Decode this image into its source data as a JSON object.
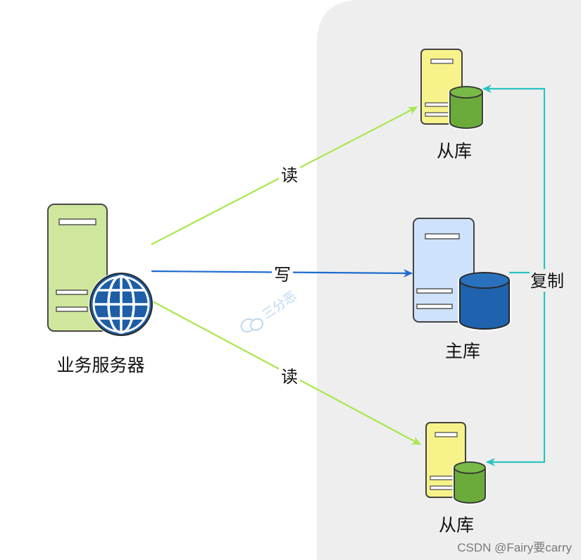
{
  "diagram": {
    "business_server": {
      "label": "业务服务器"
    },
    "master": {
      "label": "主库"
    },
    "slave_top": {
      "label": "从库"
    },
    "slave_bottom": {
      "label": "从库"
    },
    "edges": {
      "read_top": {
        "label": "读"
      },
      "write": {
        "label": "写"
      },
      "read_bottom": {
        "label": "读"
      },
      "replicate": {
        "label": "复制"
      }
    }
  },
  "watermarks": {
    "inner": "三分恶",
    "csdn": "CSDN @Fairy要carry"
  },
  "icons": [
    "server-tower-icon",
    "globe-icon",
    "database-cylinder-icon",
    "wechat-icon"
  ],
  "colors": {
    "panel": "#eeeeee",
    "read_arrow": "#a6e84c",
    "write_arrow": "#1f6bd0",
    "replicate_arrow": "#2cc3c3",
    "business_server": "#cfe79c",
    "globe": "#1d5ea6",
    "slave_tower": "#f7f38a",
    "slave_cylinder": "#6bab3c",
    "master_tower": "#cfe2fb",
    "master_cylinder": "#1f62ad"
  }
}
